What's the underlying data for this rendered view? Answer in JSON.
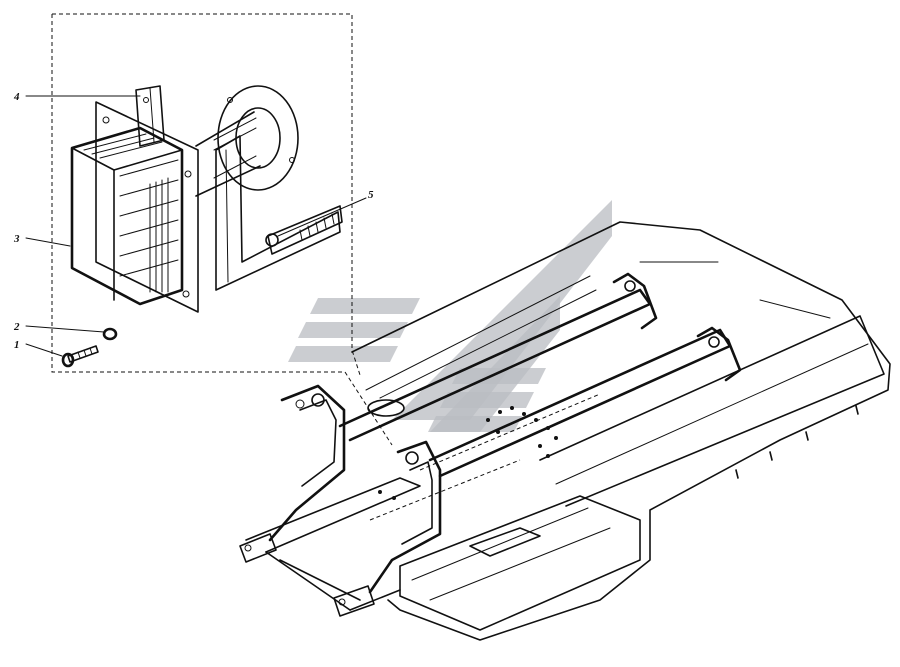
{
  "callouts": [
    {
      "id": "c1",
      "label": "1"
    },
    {
      "id": "c2",
      "label": "2"
    },
    {
      "id": "c3",
      "label": "3"
    },
    {
      "id": "c4",
      "label": "4"
    },
    {
      "id": "c5",
      "label": "5"
    }
  ],
  "colors": {
    "ink": "#111111",
    "watermark": "#b9bcc1",
    "background": "#ffffff"
  },
  "icons": {
    "watermark": "logo-watermark-icon"
  }
}
